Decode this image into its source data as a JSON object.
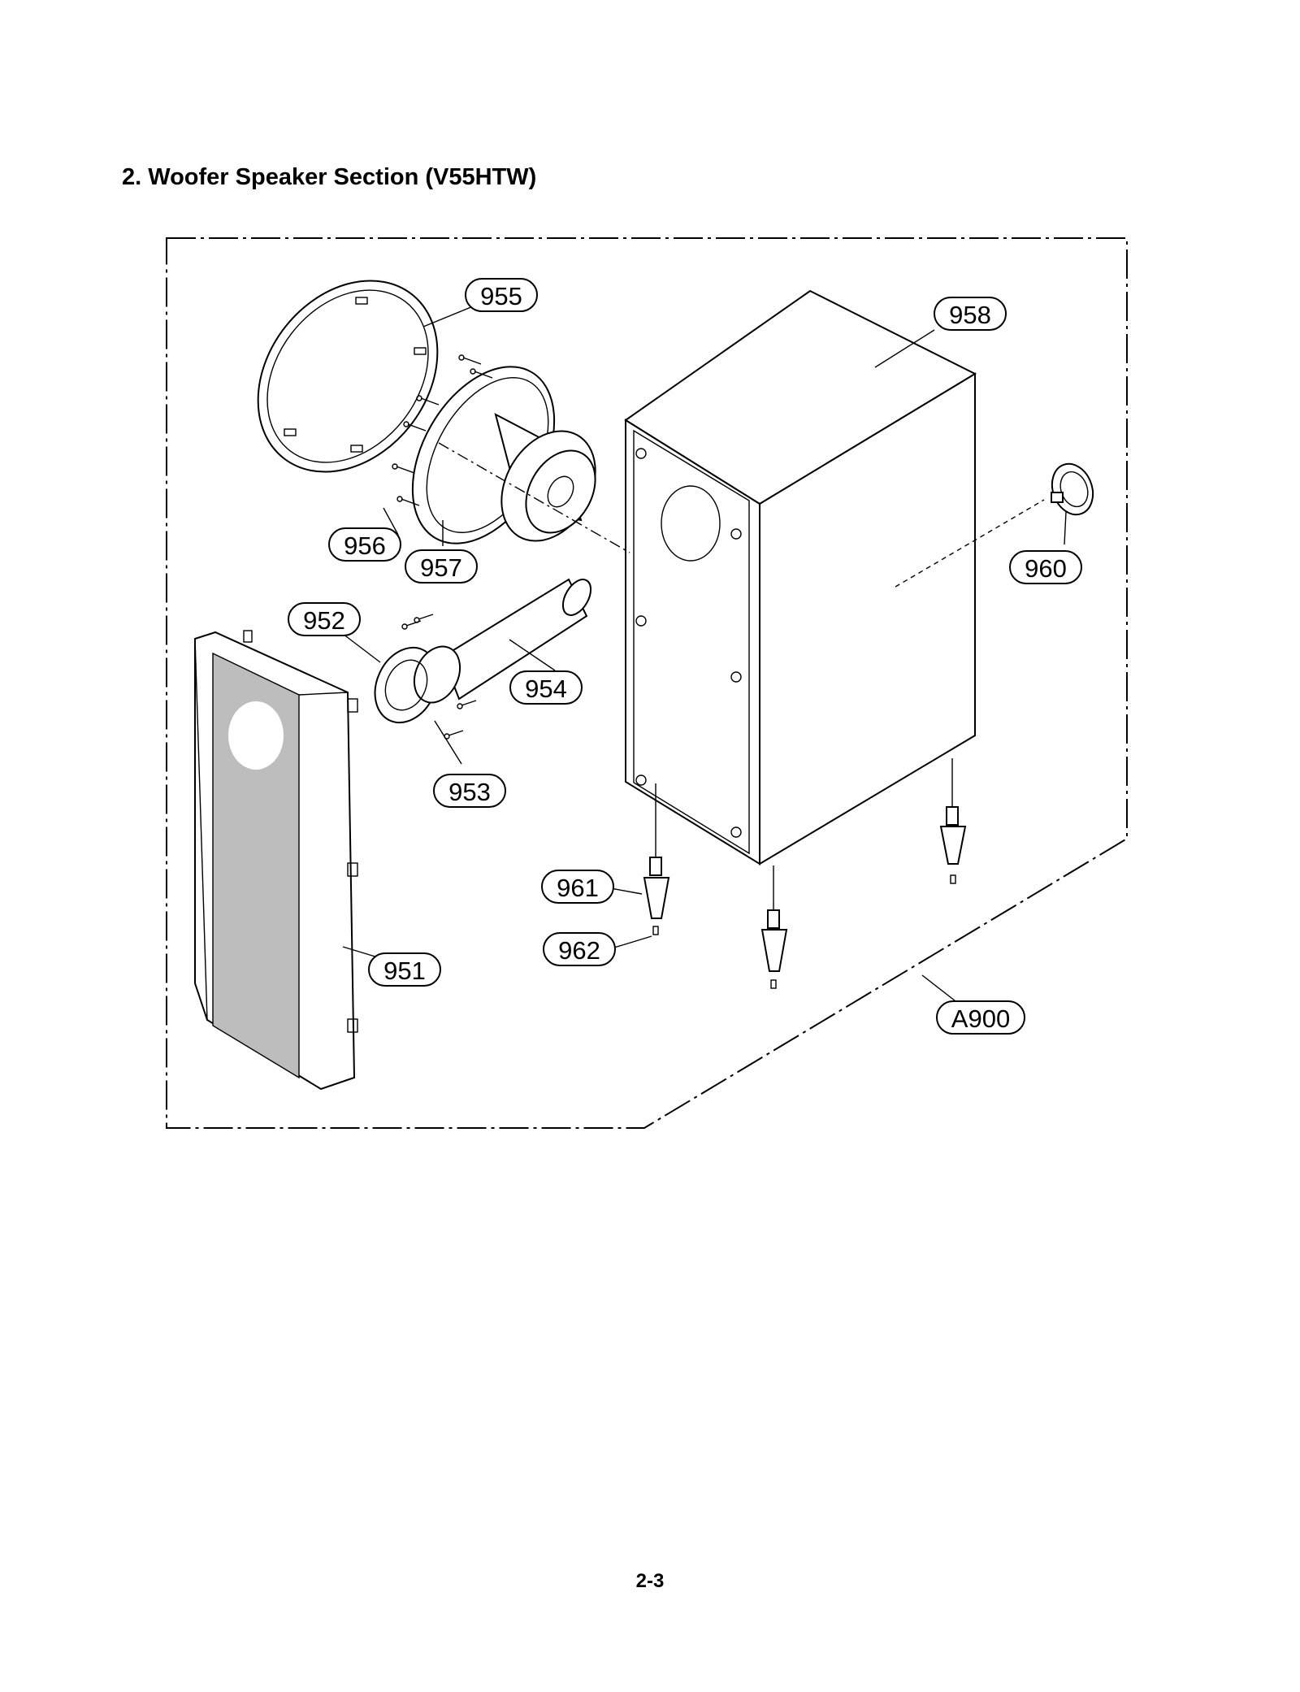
{
  "section_title": "2. Woofer Speaker Section (V55HTW)",
  "page_number": "2-3",
  "callouts": {
    "c951": "951",
    "c952": "952",
    "c953": "953",
    "c954": "954",
    "c955": "955",
    "c956": "956",
    "c957": "957",
    "c958": "958",
    "c960": "960",
    "c961": "961",
    "c962": "962",
    "cA900": "A900"
  },
  "colors": {
    "grille_fabric": "#bdbdbd",
    "line": "#000000",
    "background": "#ffffff"
  }
}
